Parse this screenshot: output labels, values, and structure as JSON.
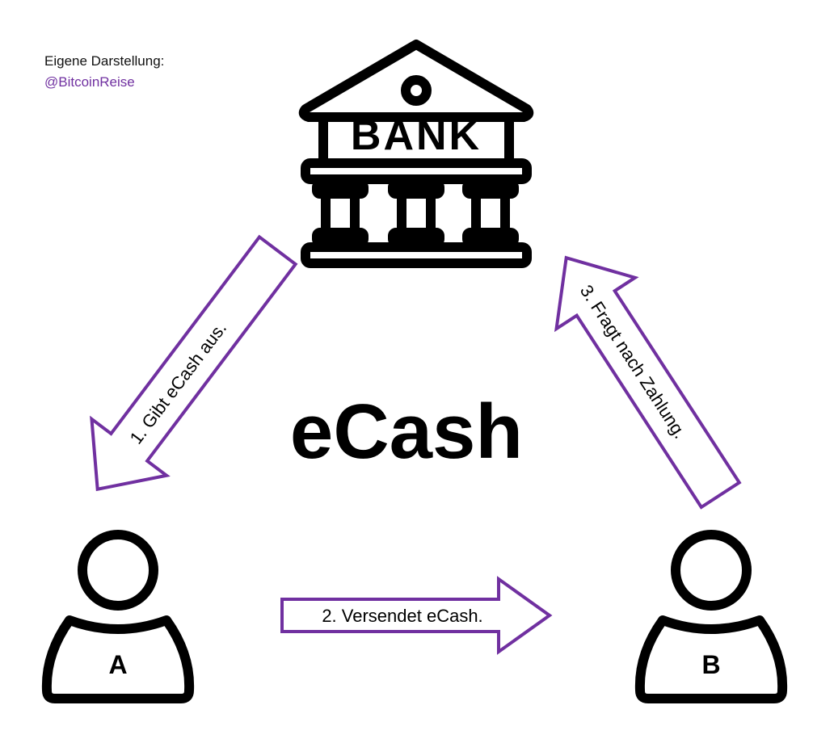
{
  "credit": {
    "line1": "Eigene Darstellung:",
    "line2": "@BitcoinReise"
  },
  "title": "eCash",
  "bank": {
    "label": "BANK"
  },
  "persons": {
    "a_label": "A",
    "b_label": "B"
  },
  "steps": {
    "step1": "1. Gibt eCash aus.",
    "step2": "2. Versendet eCash.",
    "step3": "3. Fragt nach Zahlung."
  },
  "colors": {
    "accent": "#7030A0",
    "outline": "#000000",
    "background": "#FFFFFF"
  }
}
